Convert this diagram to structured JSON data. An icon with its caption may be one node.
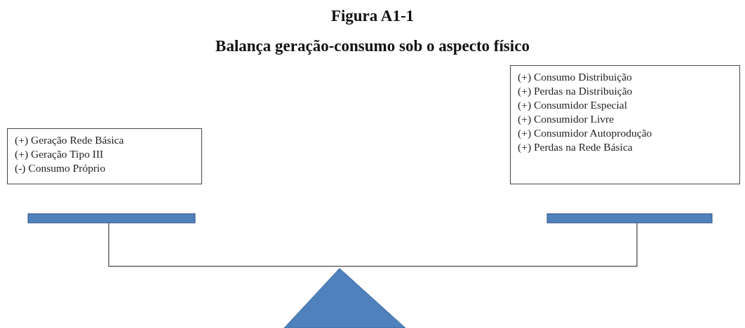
{
  "diagram": {
    "title": "Figura A1-1",
    "nodes": [
      {
        "text": [
          "(+) Geração Rede Básica",
          "(+) Geração Tipo III",
          "(-) Consumo Próprio"
        ]
      },
      {
        "text": [
          "(+) Consumo Distribuição",
          "(+) Perdas na Distribuição",
          "(+) Consumidor Especial",
          "(+) Consumidor Livre",
          "(+) Consumidor Autoprodução",
          "(+) Perdas na Rede Básica"
        ]
      }
    ],
    "edges": [],
    "labels": [
      "Balança geração-consumo sob o aspecto físico"
    ]
  }
}
